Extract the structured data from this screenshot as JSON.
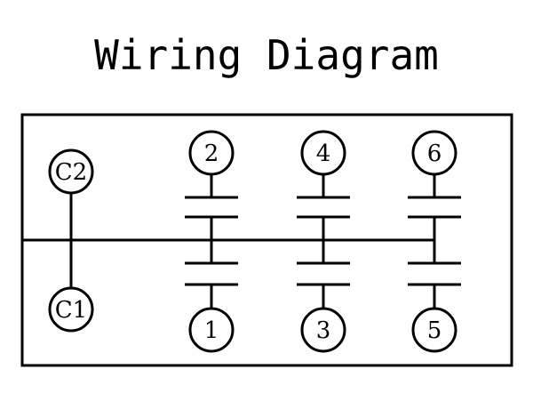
{
  "title": "Wiring Diagram",
  "colors": {
    "line": "#000000",
    "background": "#ffffff"
  },
  "terminals": {
    "c2": "C2",
    "c1": "C1",
    "t2": "2",
    "t4": "4",
    "t6": "6",
    "t1": "1",
    "t3": "3",
    "t5": "5"
  }
}
